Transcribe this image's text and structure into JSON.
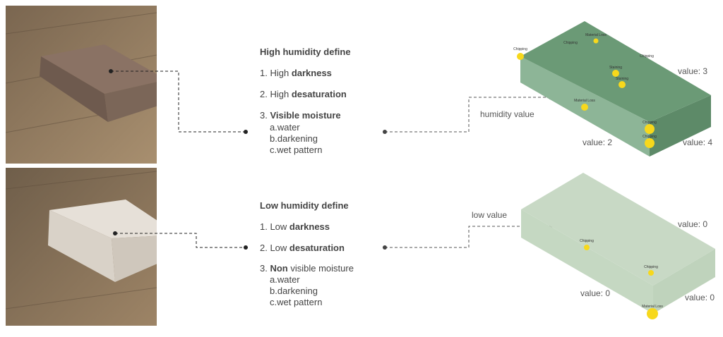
{
  "high": {
    "title": "High humidity define",
    "items": [
      {
        "prefix": "1. High ",
        "bold": "darkness",
        "suffix": ""
      },
      {
        "prefix": "2. High ",
        "bold": "desaturation",
        "suffix": ""
      },
      {
        "prefix": "3. ",
        "bold": "Visible moisture",
        "suffix": ""
      }
    ],
    "subitems": [
      "a.water",
      "b.darkening",
      "c.wet pattern"
    ],
    "arrow_label": "humidity value",
    "values": {
      "top_right": "value: 3",
      "bottom_left": "value: 2",
      "bottom_right": "value: 4"
    },
    "defects": [
      "Chipping",
      "Material Loss",
      "Chipping",
      "Chipping",
      "Staining",
      "Staining",
      "Material Loss",
      "Chipping",
      "Chipping"
    ],
    "color": "#6b9a76"
  },
  "low": {
    "title": "Low humidity define",
    "items": [
      {
        "prefix": "1. Low ",
        "bold": "darkness",
        "suffix": ""
      },
      {
        "prefix": "2. Low ",
        "bold": "desaturation",
        "suffix": ""
      },
      {
        "prefix": "3. ",
        "bold": "Non",
        "suffix": " visible moisture"
      }
    ],
    "subitems": [
      "a.water",
      "b.darkening",
      "c.wet pattern"
    ],
    "arrow_label": "low value",
    "values": {
      "top_right": "value: 0",
      "bottom_left": "value: 0",
      "bottom_right": "value: 0"
    },
    "defects": [
      "Chipping",
      "Chipping",
      "Material Loss"
    ],
    "color": "#c8d9c5"
  }
}
